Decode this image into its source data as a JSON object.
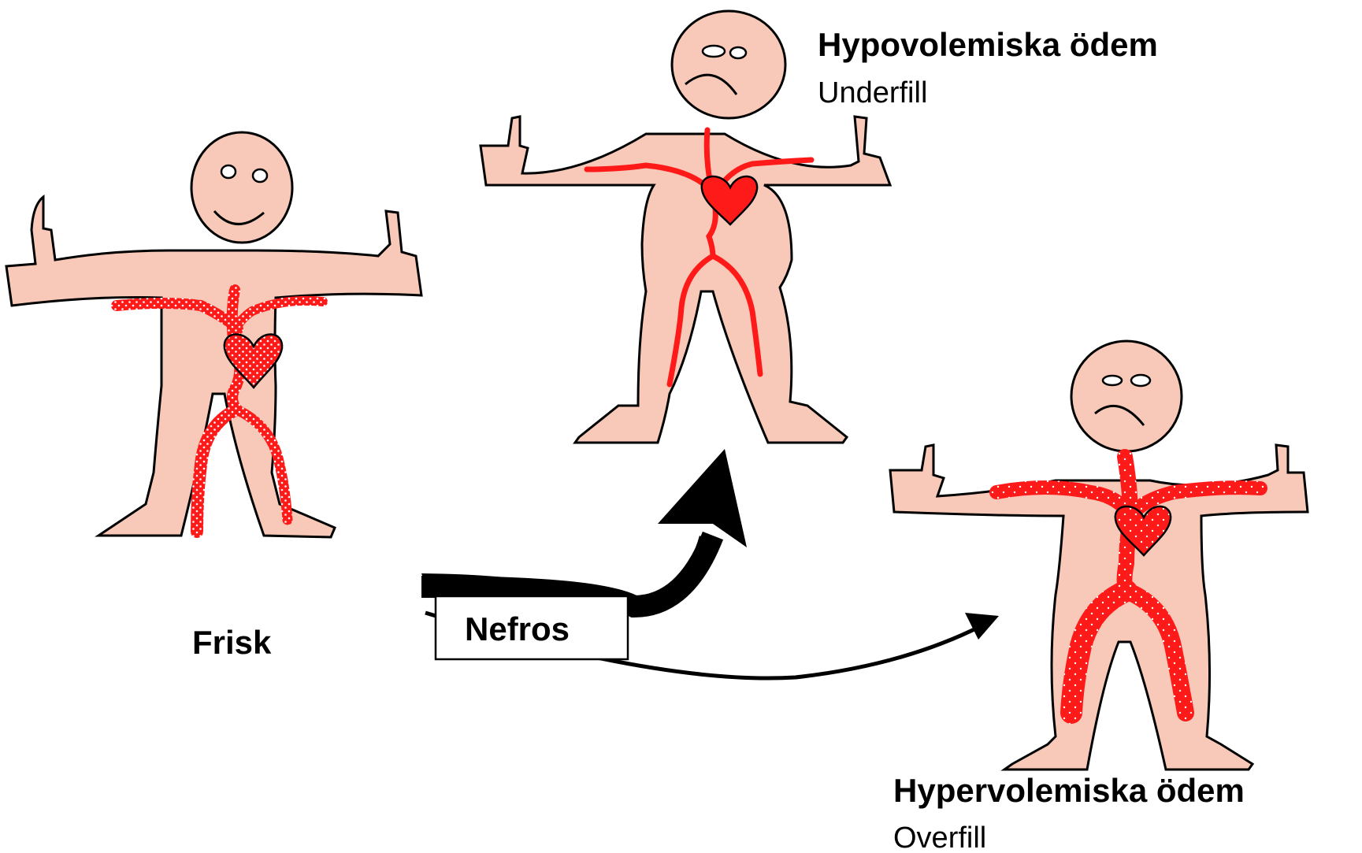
{
  "figures": {
    "healthy": {
      "label": "Frisk"
    },
    "underfill": {
      "title": "Hypovolemiska ödem",
      "subtitle": "Underfill"
    },
    "overfill": {
      "title": "Hypervolemiska ödem",
      "subtitle": "Overfill"
    }
  },
  "process": {
    "label": "Nefros"
  },
  "colors": {
    "skin": "#f8c9b8",
    "outline": "#000000",
    "vessel": "#ff1a1a",
    "vessel_dots": "#ffffff",
    "box_fill": "#ffffff",
    "arrow": "#000000"
  }
}
